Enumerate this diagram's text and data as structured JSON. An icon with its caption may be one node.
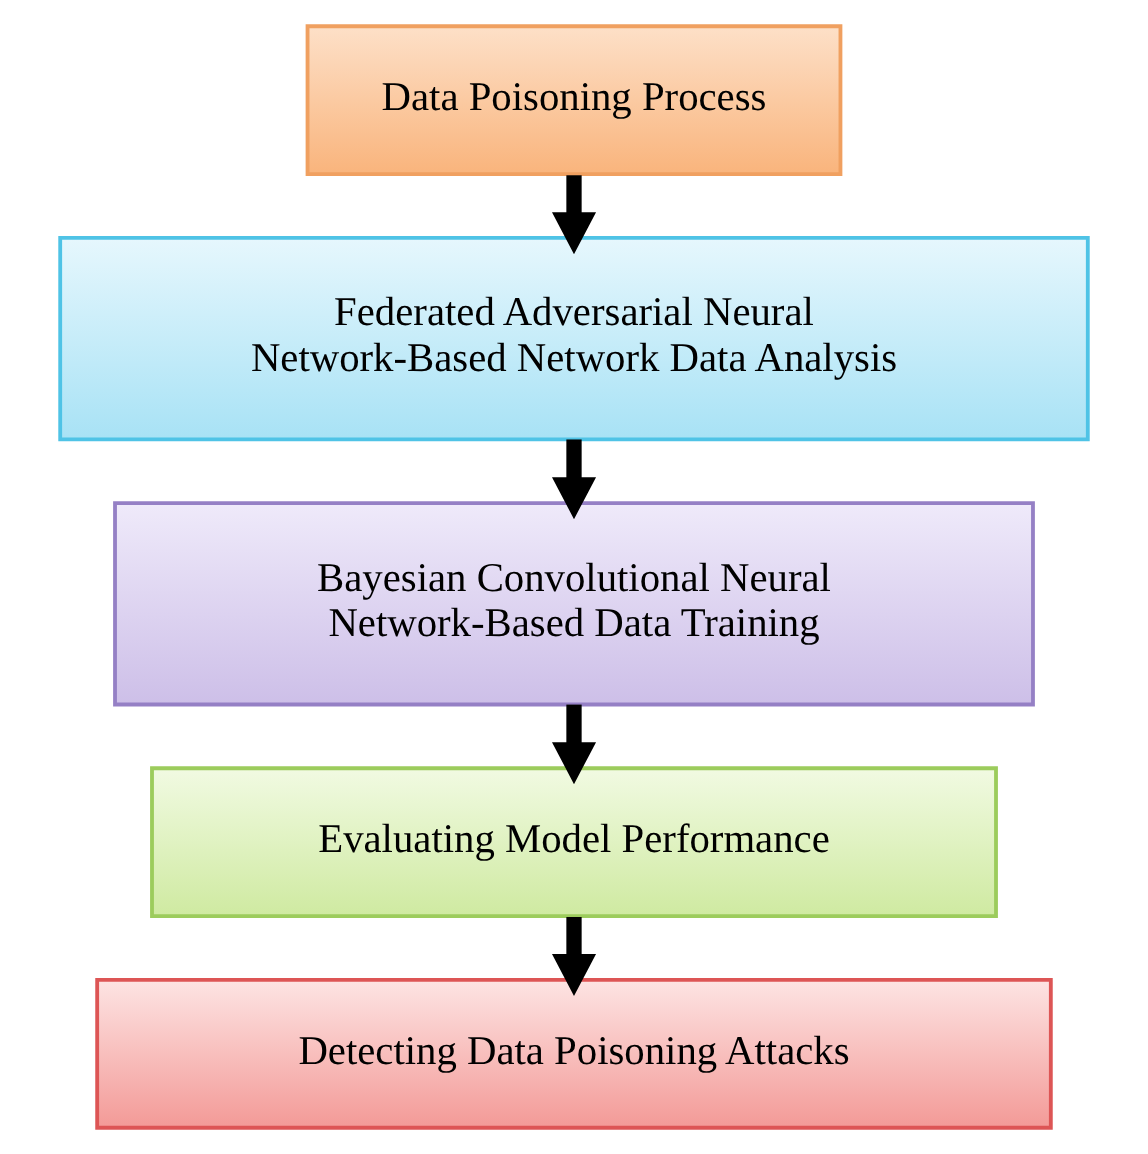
{
  "diagram": {
    "nodes": [
      {
        "text": [
          "Data Poisoning Process"
        ]
      },
      {
        "text": [
          "Federated Adversarial Neural Network-Based Network Data Analysis"
        ]
      },
      {
        "text": [
          "Bayesian Convolutional Neural Network-Based Data Training"
        ]
      },
      {
        "text": [
          "Evaluating Model Performance"
        ]
      },
      {
        "text": [
          "Detecting Data Poisoning Attacks"
        ]
      }
    ],
    "edges": [
      {
        "from": 0,
        "to": 1,
        "arrow": "to"
      },
      {
        "from": 1,
        "to": 2,
        "arrow": "to"
      },
      {
        "from": 2,
        "to": 3,
        "arrow": "to"
      },
      {
        "from": 3,
        "to": 4,
        "arrow": "to"
      }
    ]
  }
}
